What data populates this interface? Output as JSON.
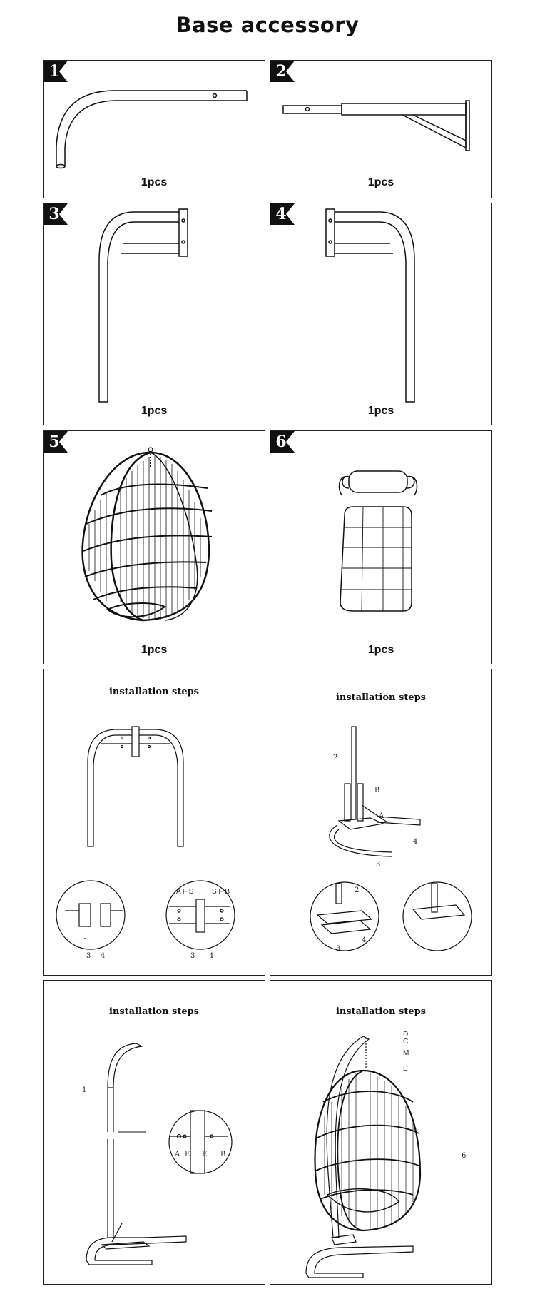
{
  "title": "Base accessory",
  "accessories": [
    {
      "number": "1",
      "qty": "1pcs"
    },
    {
      "number": "2",
      "qty": "1pcs"
    },
    {
      "number": "3",
      "qty": "1pcs"
    },
    {
      "number": "4",
      "qty": "1pcs"
    },
    {
      "number": "5",
      "qty": "1pcs"
    },
    {
      "number": "6",
      "qty": "1pcs"
    }
  ],
  "steps": [
    {
      "title": "installation steps",
      "labels": {
        "left_a": "3",
        "left_b": "4",
        "zoom_top": "A F S",
        "zoom_top_r": "S F B",
        "right_a": "3",
        "right_b": "4"
      }
    },
    {
      "title": "installation steps",
      "labels": {
        "part2": "2",
        "partB": "B",
        "partA": "A",
        "part4": "4",
        "part3": "3",
        "zoom_2": "2",
        "zoom_3": "3",
        "zoom_4": "4"
      }
    },
    {
      "title": "installation steps",
      "labels": {
        "part1": "1",
        "a": "A",
        "e1": "E",
        "e2": "E",
        "b": "B"
      }
    },
    {
      "title": "installation steps",
      "labels": {
        "d": "D",
        "c": "C",
        "m": "M",
        "l": "L",
        "part6": "6"
      }
    }
  ]
}
